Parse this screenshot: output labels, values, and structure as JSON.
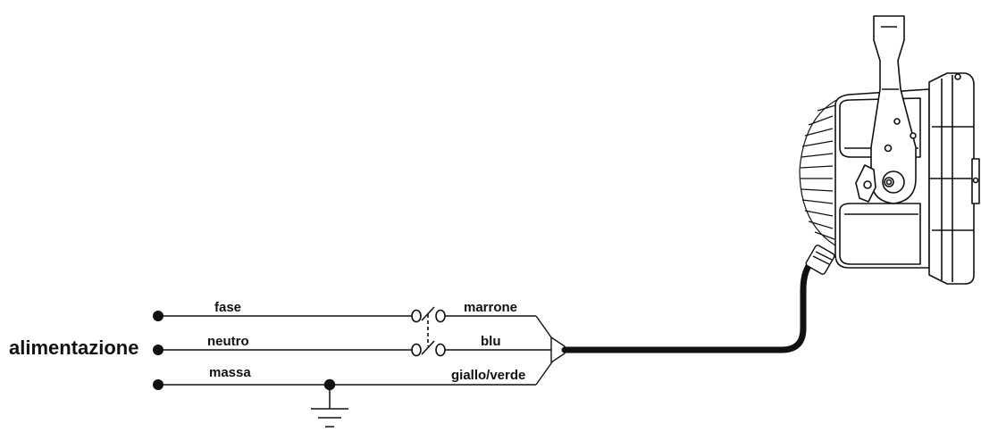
{
  "diagram": {
    "main_label": "alimentazione",
    "wires": [
      {
        "left_label": "fase",
        "right_label": "marrone",
        "switched": true
      },
      {
        "left_label": "neutro",
        "right_label": "blu",
        "switched": true
      },
      {
        "left_label": "massa",
        "right_label": "giallo/verde",
        "switched": false
      }
    ],
    "icons": [
      "ground-symbol-icon",
      "double-pole-switch-icon",
      "spotlight-fixture-icon",
      "cable-gland-icon"
    ],
    "colors": {
      "line": "#111111",
      "cable": "#111111",
      "background": "#ffffff"
    }
  }
}
